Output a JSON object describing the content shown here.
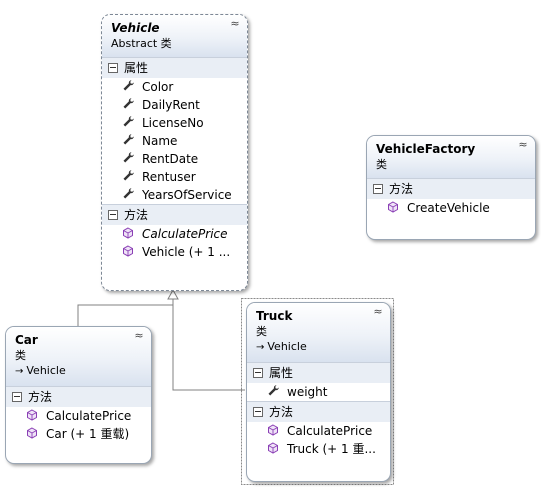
{
  "labels": {
    "properties": "属性",
    "methods": "方法",
    "collapse_glyph": "≈",
    "base_arrow": "→"
  },
  "classes": {
    "vehicle": {
      "name": "Vehicle",
      "kind": "Abstract 类",
      "properties": [
        "Color",
        "DailyRent",
        "LicenseNo",
        "Name",
        "RentDate",
        "Rentuser",
        "YearsOfService"
      ],
      "methods": [
        "CalculatePrice",
        "Vehicle (+ 1 ..."
      ]
    },
    "vehicle_factory": {
      "name": "VehicleFactory",
      "kind": "类",
      "methods": [
        "CreateVehicle"
      ]
    },
    "car": {
      "name": "Car",
      "kind": "类",
      "base": "Vehicle",
      "methods": [
        "CalculatePrice",
        "Car (+ 1 重载)"
      ]
    },
    "truck": {
      "name": "Truck",
      "kind": "类",
      "base": "Vehicle",
      "properties": [
        "weight"
      ],
      "methods": [
        "CalculatePrice",
        "Truck (+ 1 重..."
      ]
    }
  },
  "colors": {
    "border": "#9aa6b4",
    "section_bg": "#e9eef5",
    "connector": "#808080",
    "icon_method": "#8a3fb5",
    "icon_property": "#333333"
  }
}
